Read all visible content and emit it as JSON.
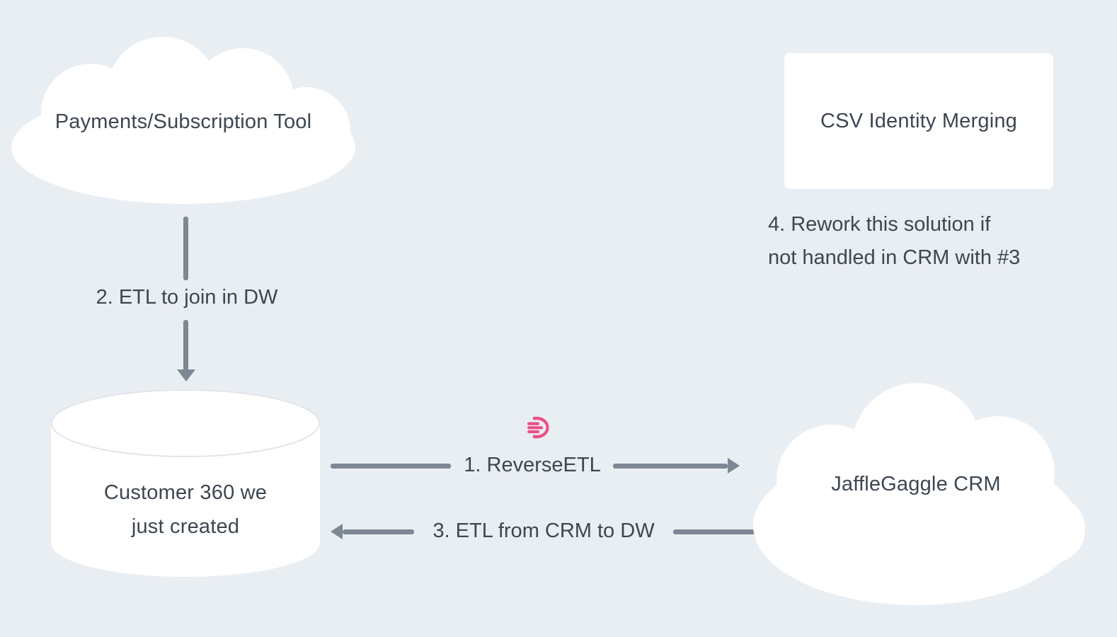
{
  "diagram": {
    "nodes": {
      "payments": {
        "label": "Payments/Subscription Tool",
        "shape": "cloud"
      },
      "csv_merging": {
        "label": "CSV Identity Merging",
        "shape": "rectangle"
      },
      "customer360": {
        "label_line1": "Customer 360 we",
        "label_line2": "just created",
        "shape": "cylinder"
      },
      "crm": {
        "label": "JaffleGaggle CRM",
        "shape": "cloud"
      }
    },
    "edges": {
      "reverse_etl": {
        "label": "1. ReverseETL",
        "from": "customer360",
        "to": "crm",
        "direction": "right"
      },
      "etl_join": {
        "label": "2. ETL to join in DW",
        "from": "payments",
        "to": "customer360",
        "direction": "down"
      },
      "etl_from_crm": {
        "label": "3. ETL from CRM to DW",
        "from": "crm",
        "to": "customer360",
        "direction": "left"
      }
    },
    "note": {
      "line1": "4. Rework this solution if",
      "line2": "not handled in CRM with #3"
    },
    "icons": {
      "logo": "grouparoo-logo"
    },
    "colors": {
      "background": "#e9eef3",
      "node_fill": "#ffffff",
      "text": "#3d4651",
      "arrow": "#7d8894",
      "logo_pink": "#ec4e87"
    }
  }
}
